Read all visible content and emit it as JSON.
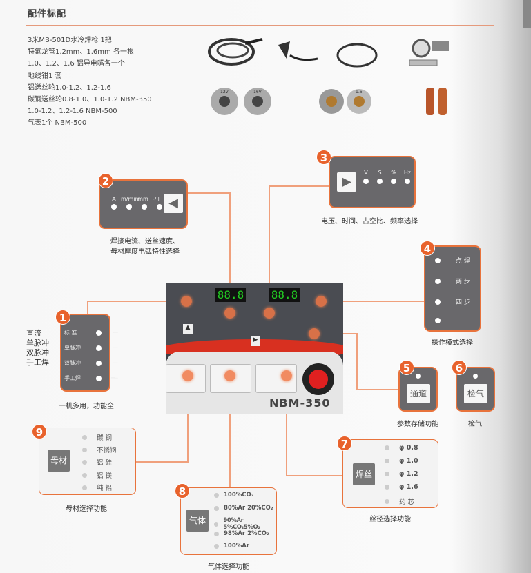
{
  "header": {
    "title": "配件标配"
  },
  "accessories": [
    "3米MB-501D水冷焊枪  1把",
    "特氟龙管1.2mm、1.6mm 各一根",
    "1.0、1.2、1.6 铝导电嘴各一个",
    "地线钳1 套",
    "铝送丝轮1.0-1.2、1.2-1.6",
    "碳钢送丝轮0.8-1.0、1.0-1.2  NBM-350",
    "1.0-1.2、1.2-1.6  NBM-500",
    "气表1个  NBM-500"
  ],
  "roller_labels": [
    "12V",
    "16V",
    "1.6"
  ],
  "machine": {
    "display_left": "88.8",
    "display_right": "88.8",
    "model": "NBM-350"
  },
  "f1": {
    "num": "1",
    "side": [
      "直流",
      "单脉冲",
      "双脉冲",
      "手工焊"
    ],
    "items": [
      "标  准",
      "单脉冲",
      "双脉冲",
      "手工焊"
    ],
    "caption": "一机多用，功能全"
  },
  "f2": {
    "num": "2",
    "units": [
      "A",
      "m/min",
      "mm",
      "-/+"
    ],
    "caption1": "焊接电流、送丝速度、",
    "caption2": "母材厚度电弧特性选择"
  },
  "f3": {
    "num": "3",
    "units": [
      "V",
      "S",
      "%",
      "Hz"
    ],
    "caption": "电压、时间、占空比、频率选择"
  },
  "f4": {
    "num": "4",
    "items": [
      "点  焊",
      "两  步",
      "四  步",
      ""
    ],
    "caption": "操作模式选择"
  },
  "f5": {
    "num": "5",
    "key": "通道",
    "caption": "参数存储功能"
  },
  "f6": {
    "num": "6",
    "key": "检气",
    "caption": "检气"
  },
  "f7": {
    "num": "7",
    "key": "焊丝",
    "items": [
      "φ 0.8",
      "φ 1.0",
      "φ 1.2",
      "φ 1.6",
      "药  芯"
    ],
    "caption": "丝径选择功能"
  },
  "f8": {
    "num": "8",
    "key": "气体",
    "items": [
      "100%CO₂",
      "80%Ar 20%CO₂",
      "90%Ar 5%CO₂5%O₂",
      "98%Ar 2%CO₂",
      "100%Ar"
    ],
    "caption": "气体选择功能"
  },
  "f9": {
    "num": "9",
    "key": "母材",
    "items": [
      "碳  钢",
      "不锈钢",
      "铝  硅",
      "铝  镁",
      "纯  铝"
    ],
    "caption": "母材选择功能"
  },
  "colors": {
    "accent": "#e8733c",
    "panel": "#69686b"
  }
}
